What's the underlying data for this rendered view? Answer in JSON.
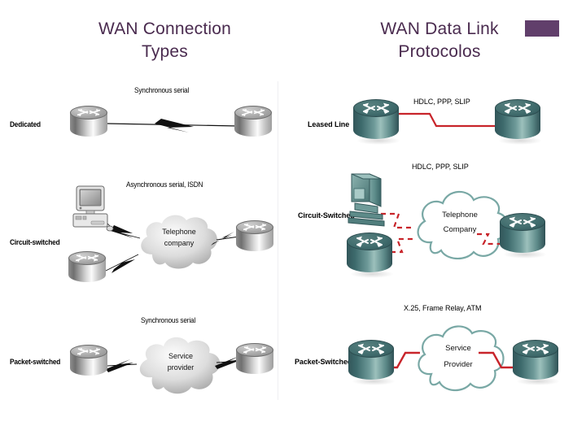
{
  "slide": {
    "background": "#ffffff",
    "title_color": "#4a2b4f",
    "accent_block_color": "#613f6b"
  },
  "titles": {
    "left": "WAN Connection Types",
    "right": "WAN Data Link Protocolos"
  },
  "diagram_left": {
    "style": "grayscale",
    "rows": [
      {
        "category": "Dedicated",
        "link_label": "Synchronous serial",
        "nodes": [
          "router",
          "router"
        ],
        "cloud": null
      },
      {
        "category": "Circuit-switched",
        "link_label": "Asynchronous serial, ISDN",
        "nodes": [
          "workstation",
          "router",
          "router"
        ],
        "cloud": "Telephone company"
      },
      {
        "category": "Packet-switched",
        "link_label": "Synchronous serial",
        "nodes": [
          "router",
          "router"
        ],
        "cloud": "Service provider"
      }
    ]
  },
  "diagram_right": {
    "style": "teal",
    "link_color": "#c8242a",
    "rows": [
      {
        "category": "Leased Line",
        "link_label": "HDLC, PPP, SLIP",
        "nodes": [
          "router",
          "router"
        ],
        "cloud": null
      },
      {
        "category": "Circuit-Switched",
        "link_label": "HDLC, PPP, SLIP",
        "nodes": [
          "workstation",
          "router",
          "router"
        ],
        "cloud": "Telephone Company"
      },
      {
        "category": "Packet-Switched",
        "link_label": "X.25, Frame Relay, ATM",
        "nodes": [
          "router",
          "router"
        ],
        "cloud": "Service Provider"
      }
    ]
  },
  "cloud_text": {
    "left_telephone_line1": "Telephone",
    "left_telephone_line2": "company",
    "left_service_line1": "Service",
    "left_service_line2": "provider",
    "right_telephone_line1": "Telephone",
    "right_telephone_line2": "Company",
    "right_service_line1": "Service",
    "right_service_line2": "Provider"
  }
}
